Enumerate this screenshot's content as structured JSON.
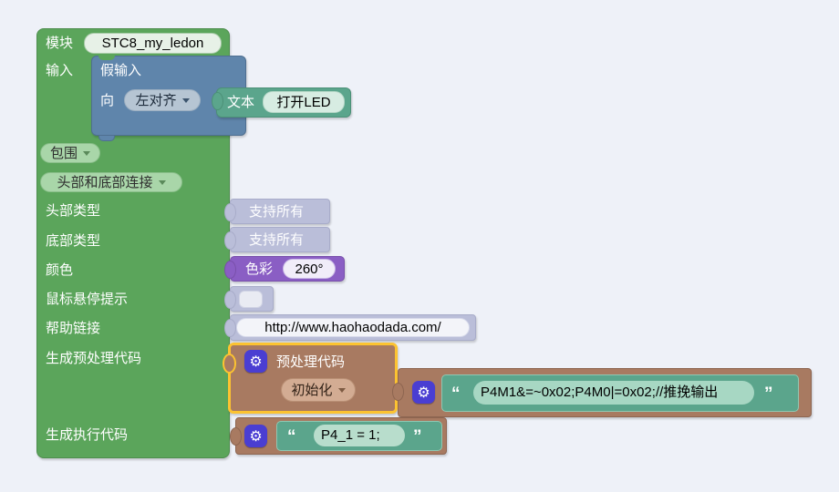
{
  "icons": {
    "gear": "⚙"
  },
  "colors": {
    "workspace_bg": "#eef1f8",
    "module_green": "#5ba55b",
    "input_blue": "#5f85ab",
    "text_teal": "#5ba58c",
    "shadow_lavender": "#babed9",
    "colour_purple": "#8a5ec4",
    "code_brown": "#a87a61",
    "selection_gold": "#fcc331",
    "gear_indigo": "#4a3ed2"
  },
  "module_block": {
    "module_label": "模块",
    "module_name": "STC8_my_ledon",
    "input_label": "输入",
    "wrap_dropdown": "包围",
    "connection_dropdown": "头部和底部连接",
    "header_type_label": "头部类型",
    "bottom_type_label": "底部类型",
    "colour_label": "颜色",
    "tooltip_label": "鼠标悬停提示",
    "help_label": "帮助链接",
    "preprocess_label": "生成预处理代码",
    "exec_label": "生成执行代码"
  },
  "dummy_input_block": {
    "title": "假输入",
    "align_label": "向",
    "align_value": "左对齐"
  },
  "text_block": {
    "label": "文本",
    "value": "打开LED"
  },
  "header_type_block": {
    "value": "支持所有"
  },
  "bottom_type_block": {
    "value": "支持所有"
  },
  "colour_block": {
    "label": "色彩",
    "value": "260°"
  },
  "tooltip_block": {
    "value": ""
  },
  "help_block": {
    "url": "http://www.haohaodada.com/"
  },
  "preprocess_block": {
    "title": "预处理代码",
    "dropdown_value": "初始化",
    "quote_open": "“",
    "quote_close": "”",
    "code": "P4M1&=~0x02;P4M0|=0x02;//推挽输出"
  },
  "exec_block": {
    "quote_open": "“",
    "quote_close": "”",
    "code": "P4_1 = 1;"
  }
}
